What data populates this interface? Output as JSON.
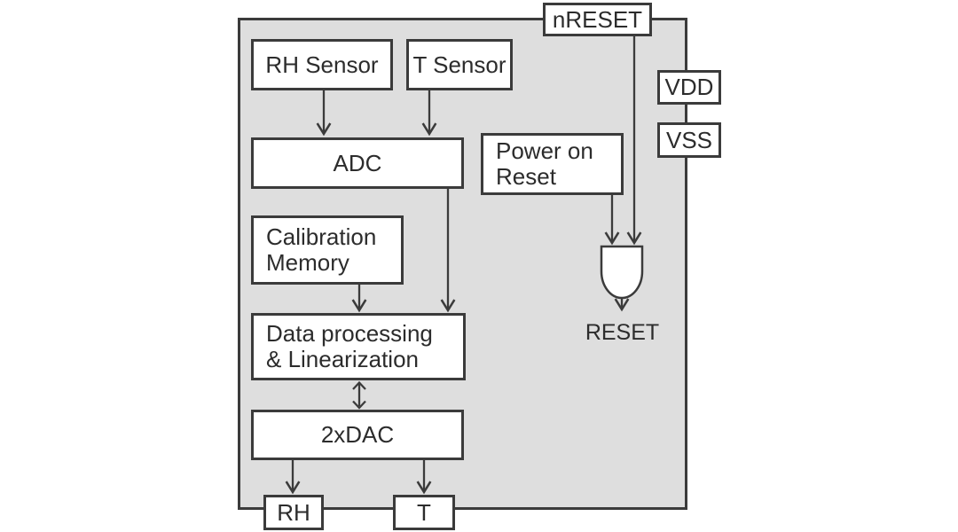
{
  "diagram": {
    "description": "Sensor chip block diagram",
    "colors": {
      "chip_fill": "#dedede",
      "outline": "#3b3b3b",
      "block_fill": "#ffffff",
      "text": "#2c2c2c",
      "background": "#ffffff"
    },
    "blocks": {
      "rh_sensor": {
        "label": "RH Sensor"
      },
      "t_sensor": {
        "label": "T Sensor"
      },
      "adc": {
        "label": "ADC"
      },
      "power_on_reset": {
        "label": "Power on\nReset"
      },
      "calibration_memory": {
        "label": "Calibration\nMemory"
      },
      "data_processing": {
        "label": "Data  processing\n& Linearization"
      },
      "dac": {
        "label": "2xDAC"
      }
    },
    "pins": {
      "nreset": {
        "label": "nRESET"
      },
      "vdd": {
        "label": "VDD"
      },
      "vss": {
        "label": "VSS"
      },
      "rh_out": {
        "label": "RH"
      },
      "t_out": {
        "label": "T"
      }
    },
    "labels": {
      "reset": "RESET"
    },
    "gate": {
      "type": "and-gate",
      "inputs": [
        "Power on Reset",
        "nRESET"
      ],
      "output": "RESET"
    },
    "connections": [
      "RH Sensor -> ADC",
      "T Sensor -> ADC",
      "ADC -> Data processing & Linearization",
      "Calibration Memory -> Data processing & Linearization",
      "Data processing & Linearization <-> 2xDAC",
      "2xDAC -> RH",
      "2xDAC -> T",
      "Power on Reset -> gate",
      "nRESET -> gate",
      "gate -> RESET"
    ]
  }
}
